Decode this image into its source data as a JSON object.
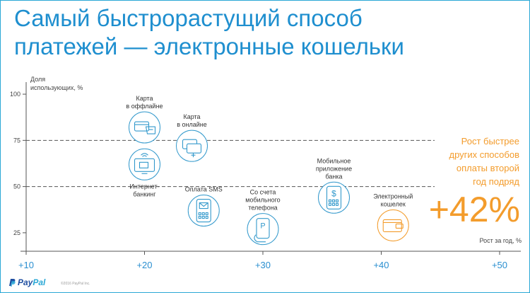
{
  "title": {
    "line1": "Самый быстрорастущий способ",
    "line2": "платежей — электронные кошельки"
  },
  "colors": {
    "title": "#1f8fcf",
    "accent": "#f39c2c",
    "icon": "#3399cc",
    "axis": "#555555",
    "x_tick": "#2a8fd0"
  },
  "chart_data": {
    "type": "scatter",
    "ylabel_lines": [
      "Доля",
      "использующих, %"
    ],
    "xlabel": "Рост за год, %",
    "xlim": [
      10,
      50
    ],
    "ylim": [
      15,
      105
    ],
    "x_ticks": [
      "+10",
      "+20",
      "+30",
      "+40",
      "+50"
    ],
    "x_tick_values": [
      10,
      20,
      30,
      40,
      50
    ],
    "y_ticks": [
      "100",
      "75",
      "50",
      "25"
    ],
    "y_tick_values": [
      100,
      75,
      50,
      25
    ],
    "reference_lines": [
      75,
      50
    ],
    "points": [
      {
        "label": [
          "Карта",
          "в оффлайне"
        ],
        "x": 20,
        "y": 82,
        "label_pos": "above",
        "icon": "card-offline-icon",
        "highlight": false
      },
      {
        "label": [
          "Карта",
          "в онлайне"
        ],
        "x": 24,
        "y": 72,
        "label_pos": "above",
        "icon": "card-online-icon",
        "highlight": false
      },
      {
        "label": [
          "Интернет-",
          "банкинг"
        ],
        "x": 20,
        "y": 62,
        "label_pos": "below",
        "icon": "internet-banking-icon",
        "highlight": false
      },
      {
        "label": [
          "Оплата SMS"
        ],
        "x": 25,
        "y": 37,
        "label_pos": "above",
        "icon": "sms-payment-icon",
        "highlight": false
      },
      {
        "label": [
          "Со счета",
          "мобильного",
          "телефона"
        ],
        "x": 30,
        "y": 27,
        "label_pos": "above",
        "icon": "mobile-account-icon",
        "highlight": false
      },
      {
        "label": [
          "Мобильное",
          "приложение",
          "банка"
        ],
        "x": 36,
        "y": 44,
        "label_pos": "above",
        "icon": "mobile-bank-app-icon",
        "highlight": false
      },
      {
        "label": [
          "Электронный",
          "кошелек"
        ],
        "x": 41,
        "y": 29,
        "label_pos": "above",
        "icon": "e-wallet-icon",
        "highlight": true
      }
    ]
  },
  "callout": {
    "lines": [
      "Рост быстрее",
      "других способов",
      "оплаты второй",
      "год подряд"
    ],
    "value": "+42%"
  },
  "footer": {
    "brand_pay": "Pay",
    "brand_pal": "Pal",
    "copyright": "©2016 PayPal Inc."
  }
}
